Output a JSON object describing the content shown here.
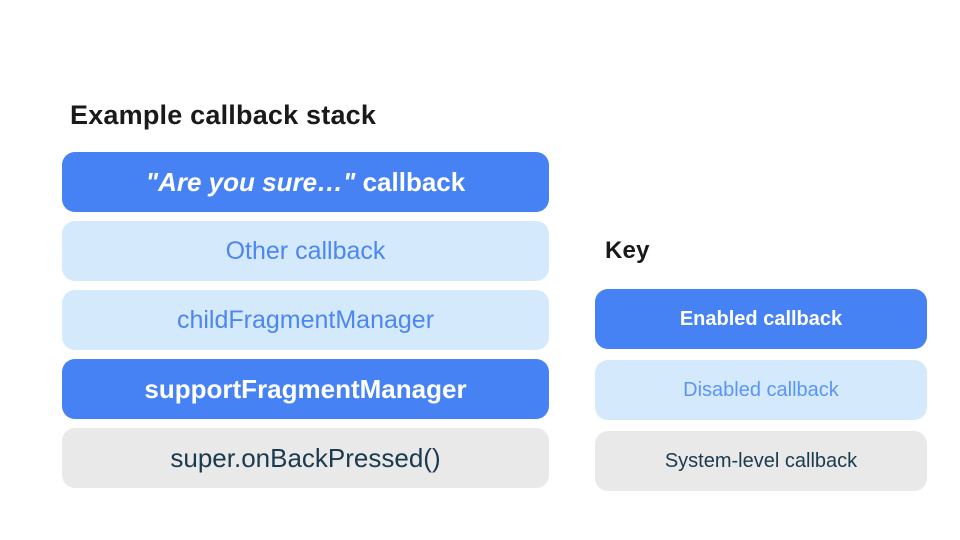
{
  "colors": {
    "enabled_bg": "#4682F4",
    "disabled_bg": "#D4EAFC",
    "system_bg": "#E9E9E9",
    "enabled_text": "#FFFFFF",
    "disabled_text": "#4C86F2",
    "disabled_key_text": "#5B95F4",
    "system_text": "#1B3A4D",
    "heading_text": "#1A1A1A"
  },
  "stack": {
    "title": "Example callback stack",
    "items": [
      {
        "label_quoted": "\"Are you sure…\"",
        "label_rest": " callback",
        "type": "enabled"
      },
      {
        "label": "Other callback",
        "type": "disabled"
      },
      {
        "label": "childFragmentManager",
        "type": "disabled"
      },
      {
        "label": "supportFragmentManager",
        "type": "enabled"
      },
      {
        "label": "super.onBackPressed()",
        "type": "system"
      }
    ]
  },
  "key": {
    "title": "Key",
    "items": [
      {
        "label": "Enabled callback",
        "type": "enabled"
      },
      {
        "label": "Disabled callback",
        "type": "disabled"
      },
      {
        "label": "System-level callback",
        "type": "system"
      }
    ]
  }
}
